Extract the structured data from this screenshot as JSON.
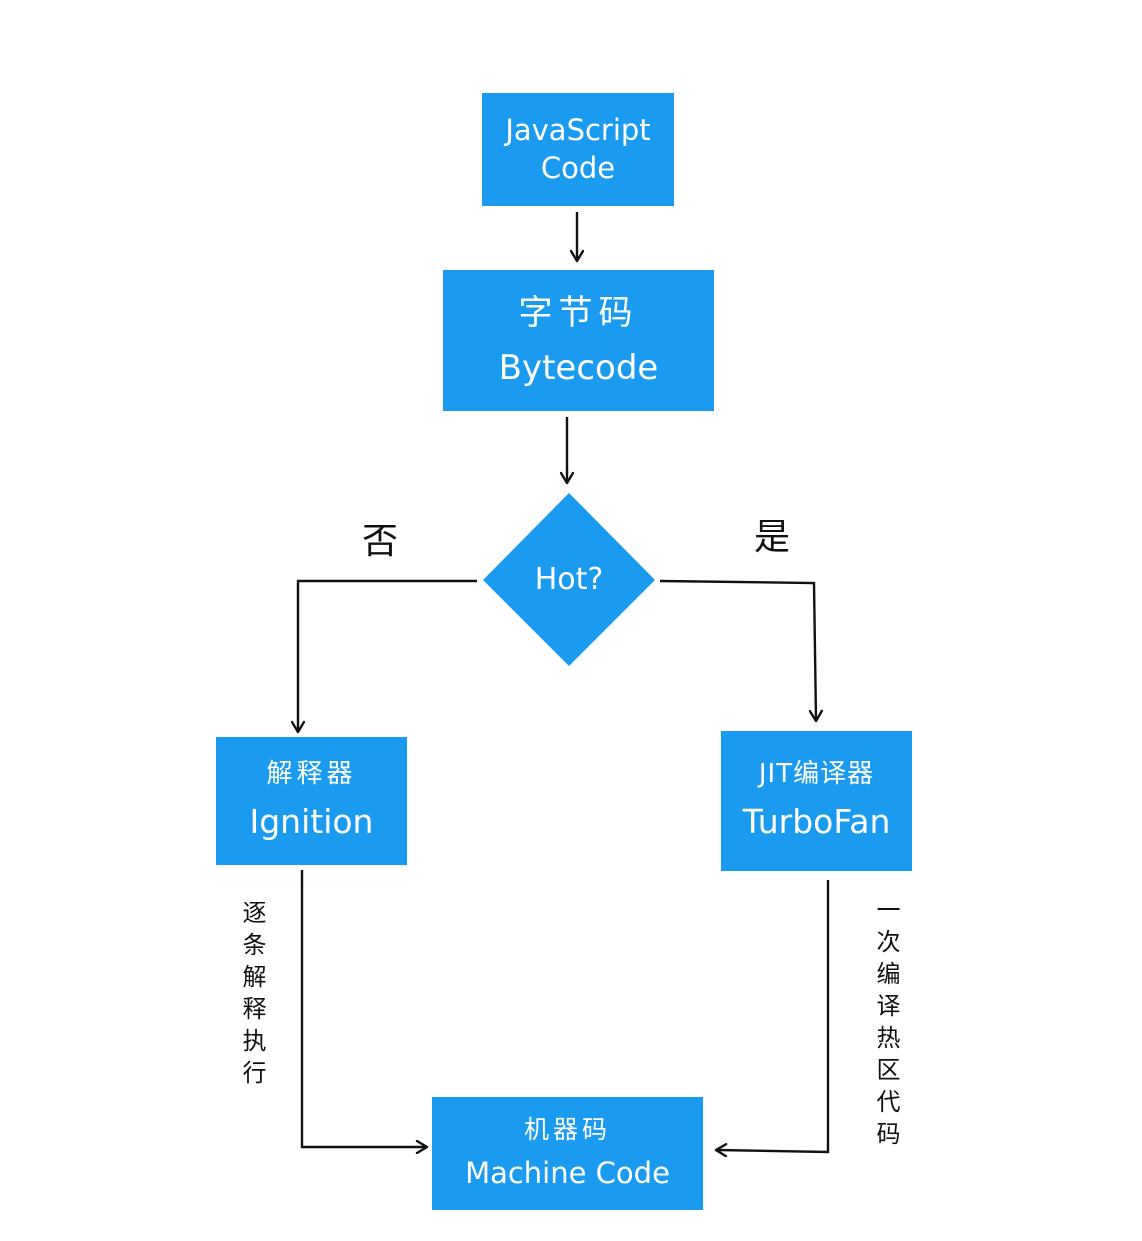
{
  "colors": {
    "node": "#1a9bf0",
    "line": "#111111"
  },
  "nodes": {
    "js": {
      "line1": "JavaScript",
      "line2": "Code"
    },
    "bytecode": {
      "line1": "字节码",
      "line2": "Bytecode"
    },
    "decision": {
      "label": "Hot?"
    },
    "ignition": {
      "line1": "解释器",
      "line2": "Ignition"
    },
    "turbofan": {
      "line1": "JIT编译器",
      "line2": "TurboFan"
    },
    "machine": {
      "line1": "机器码",
      "line2": "Machine Code"
    }
  },
  "edges": {
    "no_label": "否",
    "yes_label": "是",
    "ignition_to_machine_label": "逐条解释执行",
    "turbofan_to_machine_label": "一次编译热区代码"
  }
}
